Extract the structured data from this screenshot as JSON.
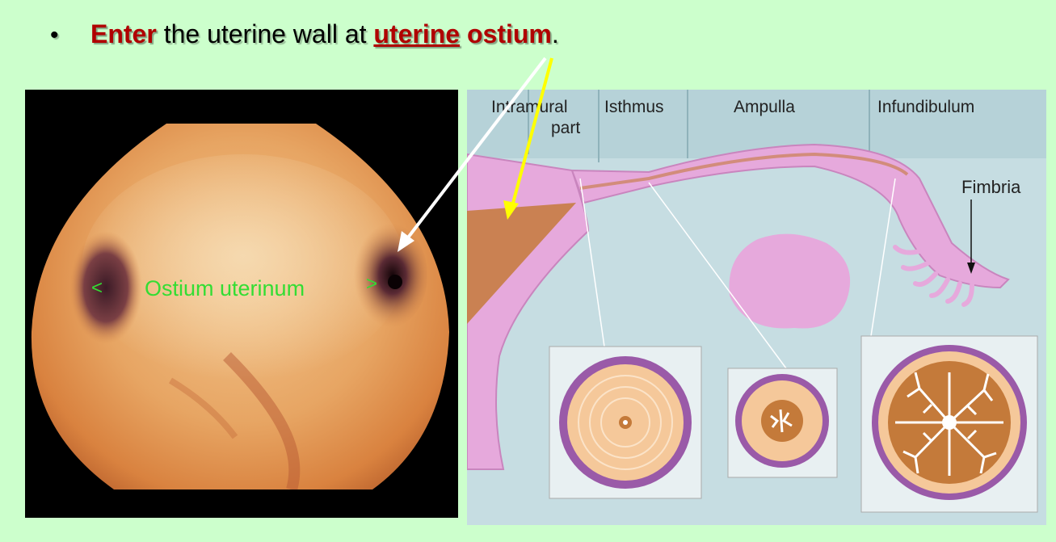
{
  "bullet": {
    "symbol": "•",
    "word_enter": "Enter",
    "text_middle": " the uterine wall at ",
    "word_uterine": "uterine",
    "space": " ",
    "word_ostium": "ostium",
    "period": "."
  },
  "photo": {
    "left_marker": "<",
    "label": "Ostium uterinum",
    "right_marker": ">"
  },
  "diagram": {
    "regions": {
      "intramural_line1": "Intramural",
      "intramural_line2": "part",
      "isthmus": "Isthmus",
      "ampulla": "Ampulla",
      "infundibulum": "Infundibulum"
    },
    "fimbria": "Fimbria"
  },
  "colors": {
    "background": "#ccffcc",
    "highlight": "#b00000",
    "tube_pink": "#e6a9dc",
    "mucosa_brown": "#c47a3a",
    "muscle_peach": "#f5c89a",
    "serosa_purple": "#9a5aa8",
    "arrow_white": "#ffffff",
    "arrow_yellow": "#ffff00"
  }
}
